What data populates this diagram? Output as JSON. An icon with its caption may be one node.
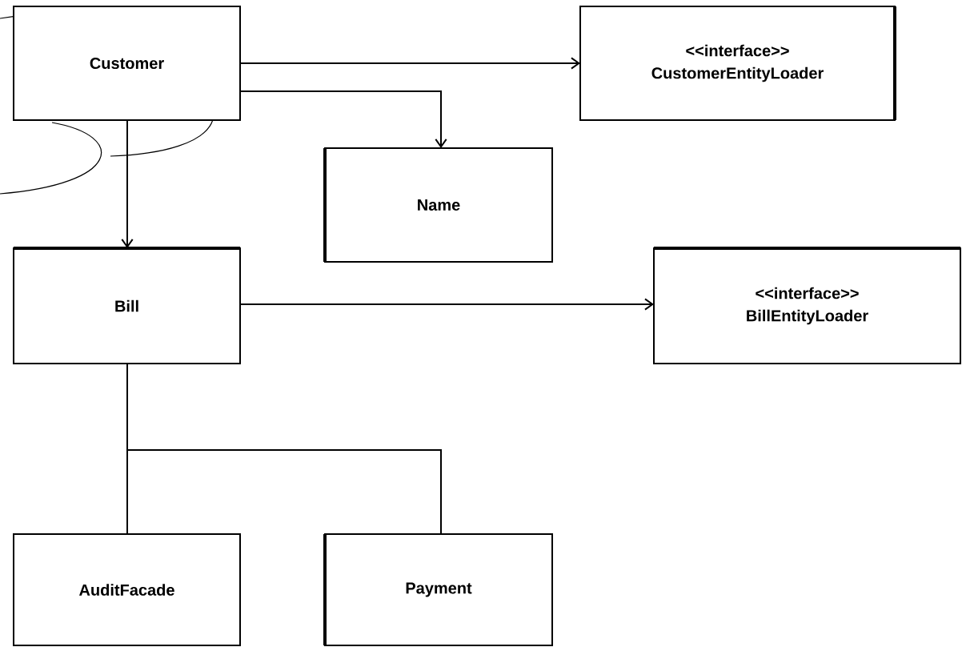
{
  "diagram": {
    "nodes": [
      {
        "text": [
          "Customer"
        ]
      },
      {
        "text": [
          "<<interface>>",
          "CustomerEntityLoader"
        ]
      },
      {
        "text": [
          "Name"
        ]
      },
      {
        "text": [
          "Bill"
        ]
      },
      {
        "text": [
          "<<interface>>",
          "BillEntityLoader"
        ]
      },
      {
        "text": [
          "AuditFacade"
        ]
      },
      {
        "text": [
          "Payment"
        ]
      }
    ],
    "edges": [
      {
        "from": 0,
        "to": 1,
        "arrow": "to"
      },
      {
        "from": 0,
        "to": 2,
        "arrow": "to"
      },
      {
        "from": 0,
        "to": 3,
        "arrow": "to"
      },
      {
        "from": 3,
        "to": 4,
        "arrow": "to"
      },
      {
        "from": 3,
        "to": 5,
        "arrow": "none"
      },
      {
        "from": 3,
        "to": 6,
        "arrow": "none"
      }
    ]
  }
}
